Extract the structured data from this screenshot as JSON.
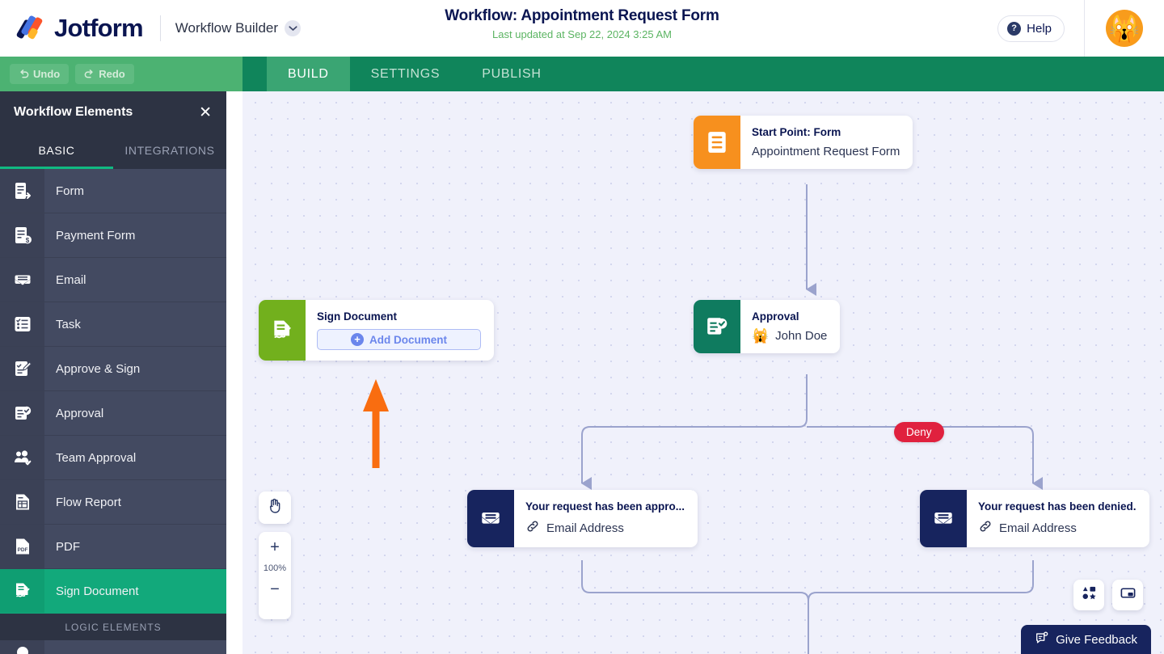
{
  "header": {
    "brand": "Jotform",
    "product": "Workflow Builder",
    "title": "Workflow: Appointment Request Form",
    "subtitle": "Last updated at Sep 22, 2024 3:25 AM",
    "help_label": "Help",
    "avatar_emoji": "🙀",
    "caret_icon": "chevron-down-icon"
  },
  "toolbar": {
    "undo_label": "Undo",
    "redo_label": "Redo",
    "tabs": [
      {
        "label": "BUILD",
        "active": true
      },
      {
        "label": "SETTINGS",
        "active": false
      },
      {
        "label": "PUBLISH",
        "active": false
      }
    ]
  },
  "sidebar": {
    "title": "Workflow Elements",
    "close_icon": "close-icon",
    "tabs": [
      {
        "label": "BASIC",
        "active": true
      },
      {
        "label": "INTEGRATIONS",
        "active": false
      }
    ],
    "items": [
      {
        "label": "Form",
        "icon": "form-icon",
        "selected": false
      },
      {
        "label": "Payment Form",
        "icon": "payment-form-icon",
        "selected": false
      },
      {
        "label": "Email",
        "icon": "email-icon",
        "selected": false
      },
      {
        "label": "Task",
        "icon": "task-icon",
        "selected": false
      },
      {
        "label": "Approve & Sign",
        "icon": "approve-sign-icon",
        "selected": false
      },
      {
        "label": "Approval",
        "icon": "approval-icon",
        "selected": false
      },
      {
        "label": "Team Approval",
        "icon": "team-approval-icon",
        "selected": false
      },
      {
        "label": "Flow Report",
        "icon": "flow-report-icon",
        "selected": false
      },
      {
        "label": "PDF",
        "icon": "pdf-icon",
        "selected": false
      },
      {
        "label": "Sign Document",
        "icon": "sign-document-icon",
        "selected": true
      }
    ],
    "group_label": "LOGIC ELEMENTS"
  },
  "canvas": {
    "nodes": {
      "start": {
        "title": "Start Point: Form",
        "subtitle": "Appointment Request Form",
        "icon": "form-lines-icon",
        "color": "#f7901e"
      },
      "approval": {
        "title": "Approval",
        "subtitle": "John Doe",
        "emoji": "🙀",
        "icon": "approval-check-icon",
        "color": "#0f7b5f"
      },
      "sign": {
        "title": "Sign Document",
        "button_label": "Add Document",
        "icon": "sign-document-icon",
        "color": "#72b01d"
      },
      "email_approved": {
        "title": "Your request has been appro...",
        "subtitle": "Email Address",
        "icon": "envelope-icon",
        "link_icon": "link-icon",
        "color": "#17245e"
      },
      "email_denied": {
        "title": "Your request has been denied.",
        "subtitle": "Email Address",
        "icon": "envelope-icon",
        "link_icon": "link-icon",
        "color": "#17245e"
      }
    },
    "deny_badge": "Deny",
    "zoom_level": "100%",
    "hand_icon": "hand-icon",
    "zoom_in_icon": "plus-icon",
    "zoom_out_icon": "minus-icon",
    "shapes_icon": "shapes-icon",
    "minimap_icon": "minimap-icon",
    "feedback_label": "Give Feedback",
    "feedback_icon": "feedback-icon"
  }
}
